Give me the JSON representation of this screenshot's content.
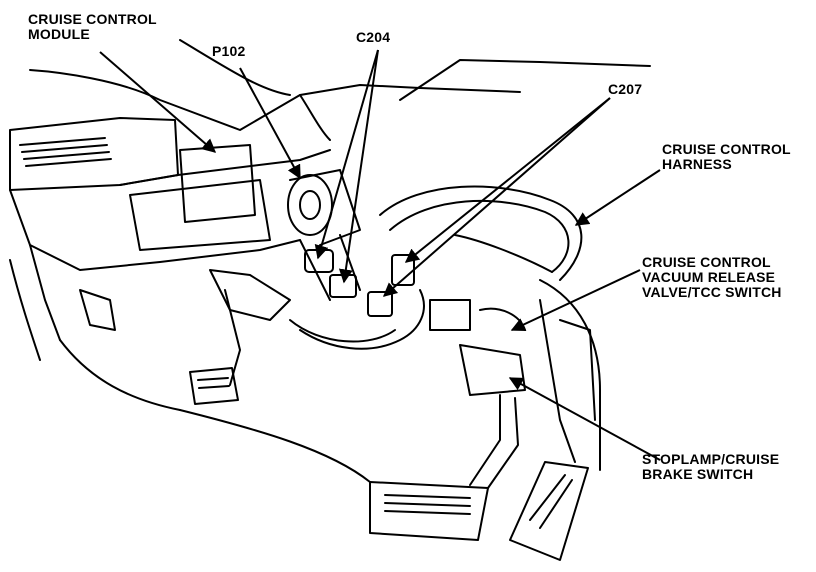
{
  "labels": {
    "cruise_module": [
      "CRUISE CONTROL",
      "MODULE"
    ],
    "p102": "P102",
    "c204": "C204",
    "c207": "C207",
    "cruise_harness": [
      "CRUISE CONTROL",
      "HARNESS"
    ],
    "vacuum_valve": [
      "CRUISE CONTROL",
      "VACUUM RELEASE",
      "VALVE/TCC SWITCH"
    ],
    "stoplamp_switch": [
      "STOPLAMP/CRUISE",
      "BRAKE SWITCH"
    ]
  }
}
